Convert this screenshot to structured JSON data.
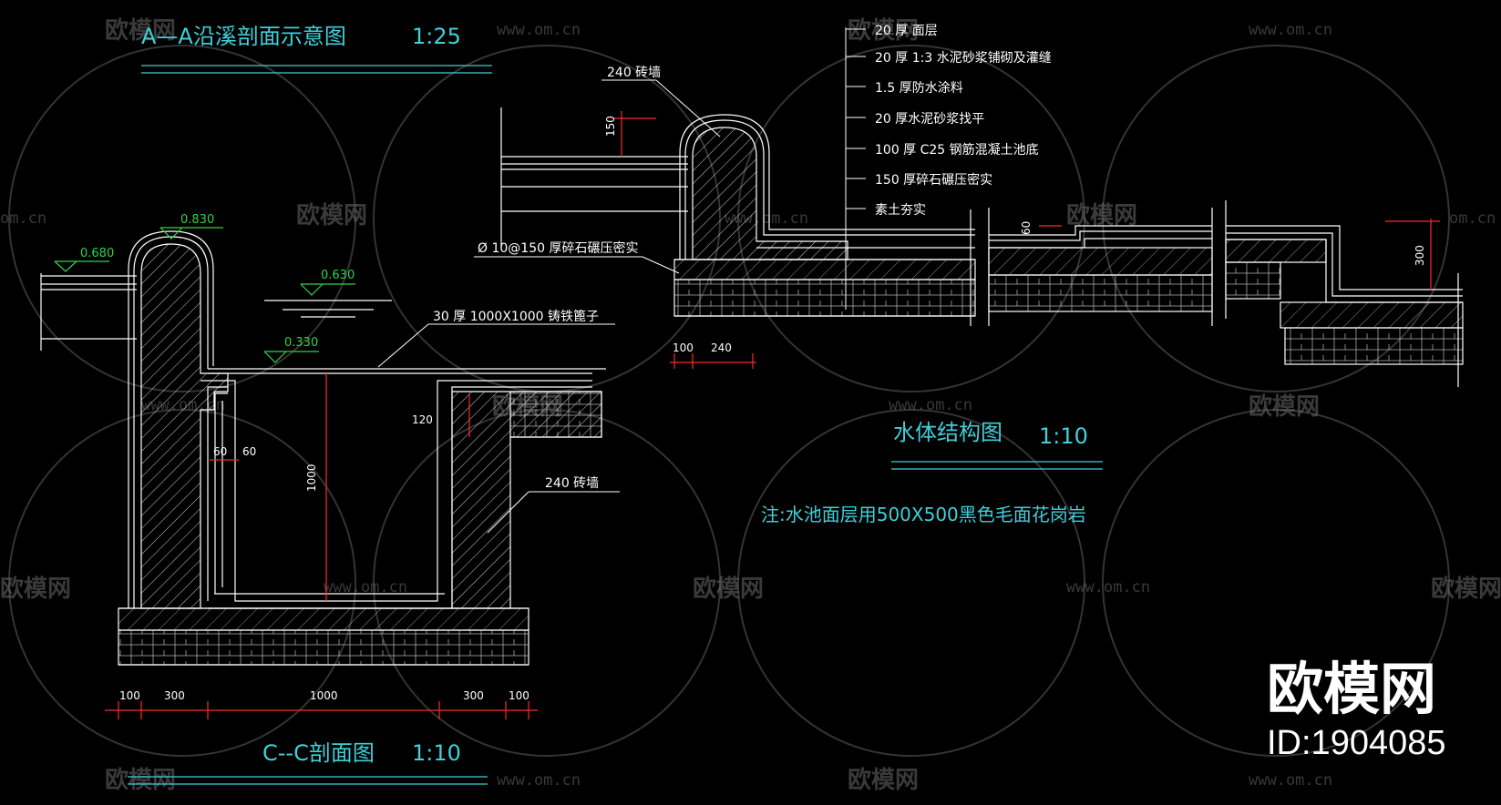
{
  "titles": {
    "aa_section": "A—A沿溪剖面示意图",
    "aa_scale": "1:25",
    "cc_section": "C--C剖面图",
    "cc_scale": "1:10",
    "water_structure": "水体结构图",
    "water_scale": "1:10"
  },
  "note": "注:水池面层用500X500黑色毛面花岗岩",
  "elevations": {
    "left_ground": "0.680",
    "wall_top": "0.830",
    "water_level": "0.630",
    "pool_top": "0.330"
  },
  "left_labels": {
    "grate": "30 厚 1000X1000  铸铁篦子",
    "brick_wall": "240  砖墙",
    "dim_120": "120",
    "dim_1000_v": "1000",
    "dim_60a": "60",
    "dim_60b": "60"
  },
  "bottom_dims": [
    "100",
    "300",
    "1000",
    "300",
    "100"
  ],
  "right_labels": {
    "brick_wall": "240  砖墙",
    "dim_150": "150",
    "rebar": "Ø 10@150  厚碎石碾压密实",
    "dim_100": "100",
    "dim_240": "240",
    "dim_60": "60",
    "dim_300": "300"
  },
  "layers": [
    "20  厚 面层",
    "20  厚 1:3  水泥砂浆铺砌及灌缝",
    "1.5   厚防水涂料",
    "20  厚水泥砂浆找平",
    "100  厚  C25   钢筋混凝土池底",
    "150   厚碎石碾压密实",
    "素土夯实"
  ],
  "watermark": {
    "brand": "欧模网",
    "url": "www.om.cn",
    "url_short": "om.cn",
    "id": "ID:1904085"
  },
  "colors": {
    "background": "#000000",
    "line": "#ffffff",
    "dimension": "#ff2a2a",
    "title": "#3fd0d8",
    "elevation": "#34d24a"
  }
}
